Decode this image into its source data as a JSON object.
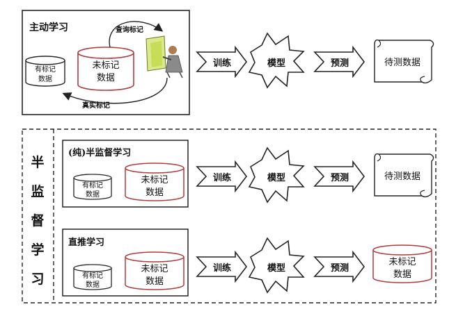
{
  "active_learning": {
    "title": "主动学习",
    "query_label": "查询标记",
    "truth_label": "真实标记",
    "labeled_data": [
      "有标记",
      "数据"
    ],
    "unlabeled_data": [
      "未标记",
      "数据"
    ]
  },
  "flow_labels": {
    "train": "训练",
    "model": "模型",
    "predict": "预测"
  },
  "target_data": [
    "待测数据"
  ],
  "semi_supervised": {
    "vertical_title": [
      "半",
      "监",
      "督",
      "学",
      "习"
    ],
    "pure": {
      "title": "(纯)半监督学习",
      "labeled_data": [
        "有标记",
        "数据"
      ],
      "unlabeled_data": [
        "未标记",
        "数据"
      ],
      "target_data": [
        "待测数据"
      ]
    },
    "transductive": {
      "title": "直推学习",
      "labeled_data": [
        "有标记",
        "数据"
      ],
      "unlabeled_data": [
        "未标记",
        "数据"
      ],
      "target_data": [
        "未标记",
        "数据"
      ]
    }
  },
  "colors": {
    "unlabeled_cylinder": "#b23a3a",
    "ink": "#222222"
  }
}
